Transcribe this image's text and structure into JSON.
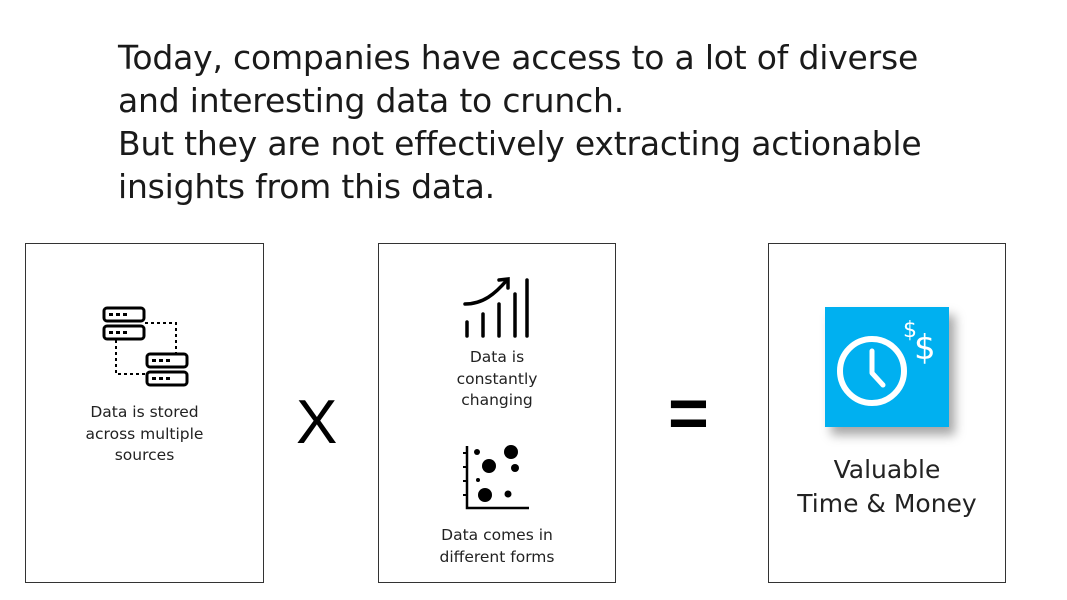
{
  "headline": {
    "line1": "Today, companies have access to a lot of diverse",
    "line2": "and interesting data to crunch.",
    "line3": "But they are not effectively extracting actionable",
    "line4": "insights from this data."
  },
  "sources_box": {
    "icon": "database-servers-icon",
    "caption": [
      "Data is stored",
      "across multiple",
      "sources"
    ]
  },
  "operators": {
    "times": "X",
    "equals": "="
  },
  "problems_box": {
    "changing": {
      "icon": "growth-chart-icon",
      "caption": [
        "Data is",
        "constantly",
        "changing"
      ]
    },
    "forms": {
      "icon": "scatter-plot-icon",
      "caption": [
        "Data comes in",
        "different forms"
      ]
    }
  },
  "result_box": {
    "icon": "clock-dollar-icon",
    "tile_color": "#00b0f0",
    "line1": "Valuable",
    "line2": "Time & Money"
  }
}
